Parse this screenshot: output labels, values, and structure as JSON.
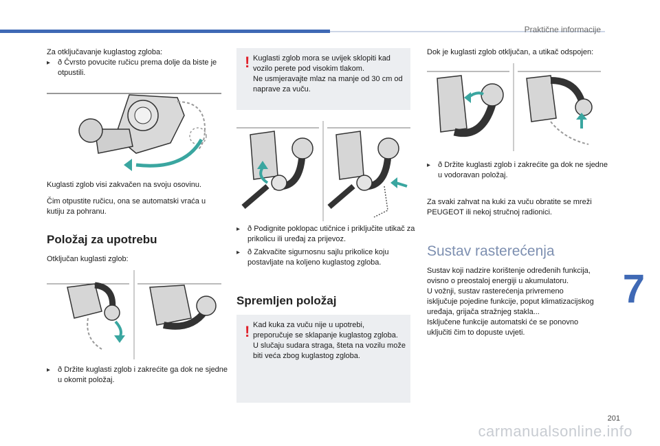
{
  "header": {
    "section_title": "Praktične informacije"
  },
  "chapter_number": "7",
  "page_number": "201",
  "watermark": "carmanualsonline.info",
  "col1": {
    "intro": "Za otključavanje kuglastog zgloba:",
    "bullet1": "Čvrsto povucite ručicu prema dolje da biste je otpustili.",
    "para1": "Kuglasti zglob visi zakvačen na svoju osovinu.",
    "para2": "Čim otpustite ručicu, ona se automatski vraća u kutiju za pohranu.",
    "heading": "Položaj za upotrebu",
    "para3": "Otključan kuglasti zglob:",
    "bullet2": "Držite kuglasti zglob i zakrećite ga dok ne sjedne u okomit položaj."
  },
  "col2": {
    "warning1": "Kuglasti zglob mora se uvijek sklopiti kad vozilo perete pod visokim tlakom.\nNe usmjeravajte mlaz na manje od 30 cm od naprave za vuču.",
    "bullet1": "Podignite poklopac utičnice i priključite utikač za prikolicu ili uređaj za prijevoz.",
    "bullet2": "Zakvačite sigurnosnu sajlu prikolice koju postavljate na koljeno kuglastog zgloba.",
    "heading": "Spremljen položaj",
    "warning2": "Kad kuka za vuču nije u upotrebi, preporučuje se sklapanje kuglastog zgloba.\nU slučaju sudara straga, šteta na vozilu može biti veća zbog kuglastog zgloba."
  },
  "col3": {
    "intro": "Dok je kuglasti zglob otključan, a utikač odspojen:",
    "bullet1": "Držite kuglasti zglob i zakrećite ga dok ne sjedne u vodoravan položaj.",
    "para1": "Za svaki zahvat na kuki za vuču obratite se mreži PEUGEOT ili nekoj stručnoj radionici.",
    "heading": "Sustav rasterećenja",
    "para2": "Sustav koji nadzire korištenje određenih funkcija, ovisno o preostaloj energiji u akumulatoru.\nU vožnji, sustav rasterećenja privremeno isključuje pojedine funkcije, poput klimatizacijskog uređaja, grijača stražnjeg stakla...\nIsključene funkcije automatski će se ponovno uključiti čim to dopuste uvjeti."
  },
  "colors": {
    "accent": "#3f69b5",
    "warning": "#e0202a",
    "box": "#eceef1",
    "arrow": "#3aa6a0"
  },
  "icons": [
    "bullet-arrow-icon",
    "warning-exclamation-icon"
  ]
}
